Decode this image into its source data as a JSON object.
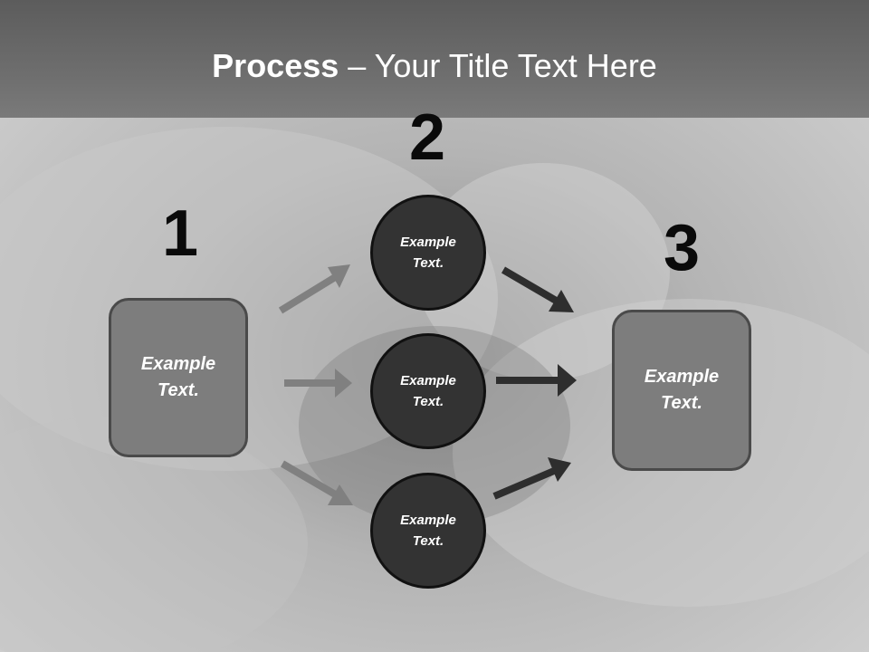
{
  "slide": {
    "title_bold": "Process",
    "title_rest": " – Your Title Text Here"
  },
  "steps": {
    "step1_number": "1",
    "step2_number": "2",
    "step3_number": "3"
  },
  "nodes": {
    "left_box": "Example Text.",
    "circle_top": "Example Text.",
    "circle_middle": "Example Text.",
    "circle_bottom": "Example Text.",
    "right_box": "Example Text."
  },
  "colors": {
    "title_band": "#666666",
    "box_fill": "#7d7d7d",
    "circle_fill": "#333333",
    "light_arrow": "#808080",
    "dark_arrow": "#2e2e2e",
    "number_text": "#0a0a0a"
  }
}
